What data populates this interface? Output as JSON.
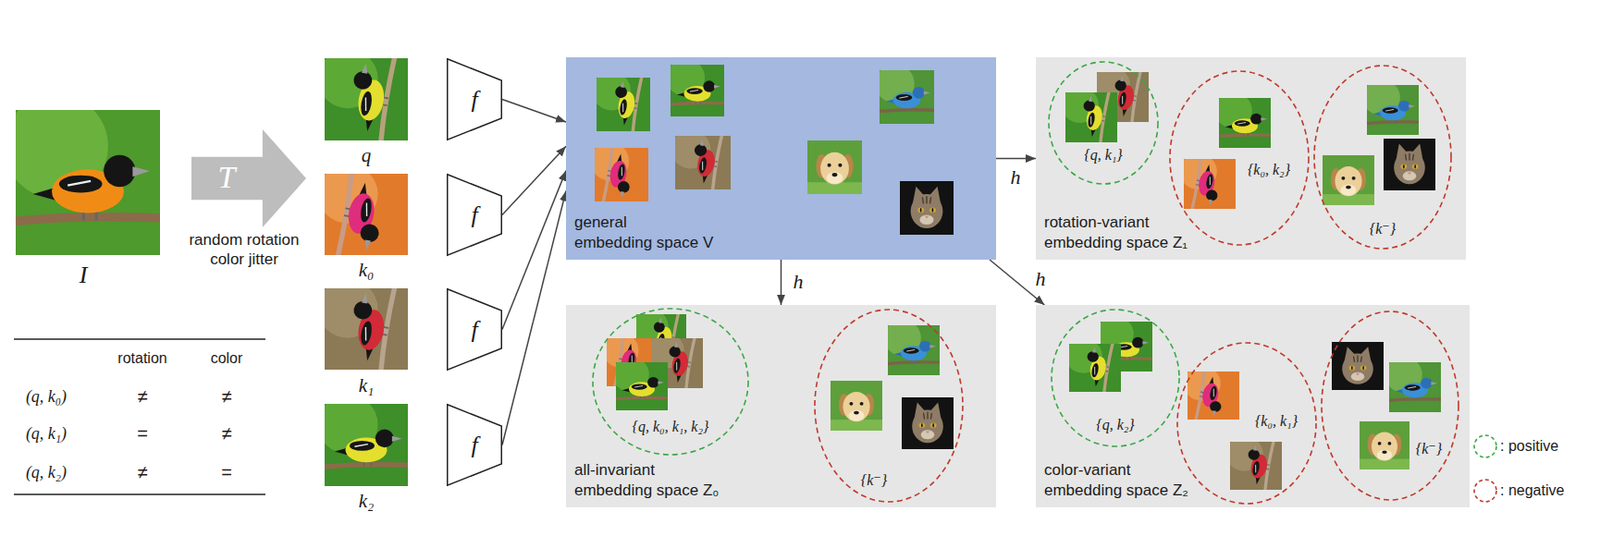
{
  "diagram": {
    "nodes": [
      {
        "text": [
          "T"
        ]
      },
      {
        "text": [
          "f"
        ]
      },
      {
        "text": [
          "f"
        ]
      },
      {
        "text": [
          "f"
        ]
      },
      {
        "text": [
          "f"
        ]
      },
      {
        "text": [
          "general embedding space V"
        ]
      },
      {
        "text": [
          "rotation-variant embedding space Z₁"
        ]
      },
      {
        "text": [
          "{q, k₁}"
        ],
        "in": 6
      },
      {
        "text": [
          "{k₀, k₂}"
        ],
        "in": 6
      },
      {
        "text": [
          "{k⁻}"
        ],
        "in": 6
      },
      {
        "text": [
          "all-invariant embedding space Z₀"
        ]
      },
      {
        "text": [
          "{q, k₀, k₁, k₂}"
        ],
        "in": 10
      },
      {
        "text": [
          "{k⁻}"
        ],
        "in": 10
      },
      {
        "text": [
          "color-variant embedding space Z₂"
        ]
      },
      {
        "text": [
          "{q, k₂}"
        ],
        "in": 13
      },
      {
        "text": [
          "{k₀, k₁}"
        ],
        "in": 13
      },
      {
        "text": [
          "{k⁻}"
        ],
        "in": 13
      }
    ],
    "edges": [
      {
        "from": 1,
        "to": 5,
        "arrow": "to"
      },
      {
        "from": 2,
        "to": 5,
        "arrow": "to"
      },
      {
        "from": 3,
        "to": 5,
        "arrow": "to"
      },
      {
        "from": 4,
        "to": 5,
        "arrow": "to"
      },
      {
        "from": 5,
        "to": 6,
        "label": "h",
        "arrow": "to"
      },
      {
        "from": 5,
        "to": 10,
        "label": "h",
        "arrow": "to"
      },
      {
        "from": 5,
        "to": 13,
        "label": "h",
        "arrow": "to"
      }
    ],
    "labels": [
      "I",
      "random rotation color jitter",
      "q",
      "k₀",
      "k₁",
      "k₂",
      "rotation",
      "color",
      "(q, k₀)",
      "≠",
      "≠",
      "(q, k₁)",
      "=",
      "≠",
      "(q, k₂)",
      "≠",
      "="
    ],
    "legend": [
      {
        "text": ": positive"
      },
      {
        "text": ": negative"
      }
    ]
  }
}
